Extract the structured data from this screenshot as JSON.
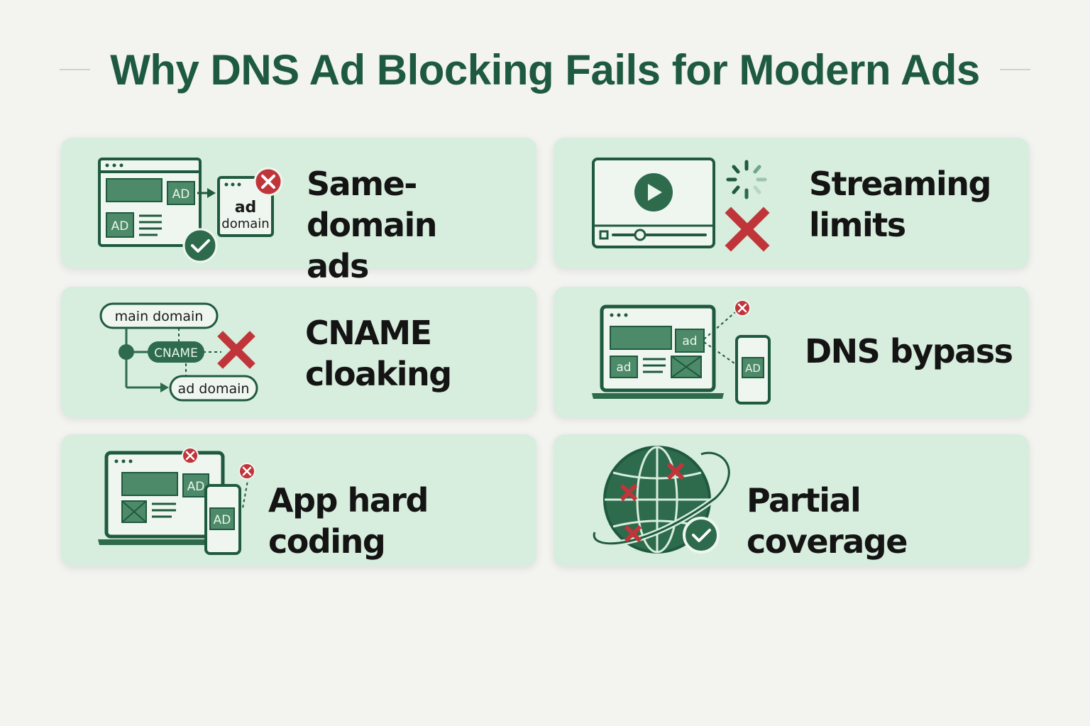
{
  "title": "Why DNS Ad Blocking Fails for Modern Ads",
  "colors": {
    "accent": "#1e5a3f",
    "card": "#d7eddd",
    "error": "#c0353a",
    "ok": "#2d6b4c"
  },
  "cards": [
    {
      "label_line1": "Same-domain",
      "label_line2": "ads",
      "icon": "browser-ad-domain-icon",
      "icon_text": {
        "ad1": "AD",
        "ad2": "AD",
        "domain_a": "ad",
        "domain_b": "domain"
      }
    },
    {
      "label_line1": "Streaming",
      "label_line2": "limits",
      "icon": "video-player-icon"
    },
    {
      "label_line1": "CNAME",
      "label_line2": "cloaking",
      "icon": "cname-diagram-icon",
      "icon_text": {
        "main": "main domain",
        "cname": "CNAME",
        "ad": "ad domain"
      }
    },
    {
      "label": "DNS bypass",
      "icon": "laptop-phone-icon",
      "icon_text": {
        "ad1": "ad",
        "ad2": "ad",
        "ad3": "AD"
      }
    },
    {
      "label": "App hard coding",
      "icon": "laptop-app-icon",
      "icon_text": {
        "ad1": "AD",
        "ad2": "AD"
      }
    },
    {
      "label": "Partial coverage",
      "icon": "globe-icon"
    }
  ]
}
